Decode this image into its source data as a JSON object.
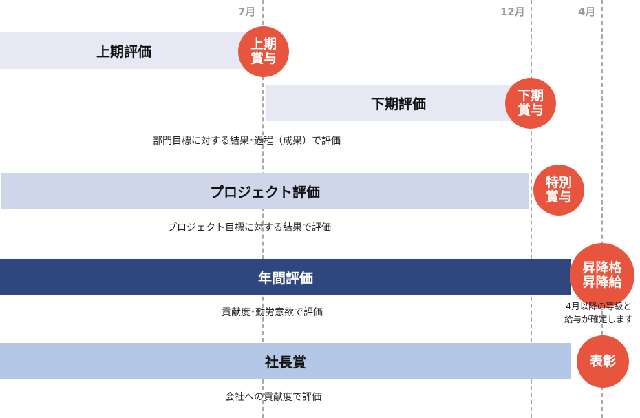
{
  "months": [
    "7月",
    "12月",
    "4月"
  ],
  "bars": [
    {
      "label": "上期評価"
    },
    {
      "label": "下期評価"
    },
    {
      "label": "プロジェクト評価"
    },
    {
      "label": "年間評価"
    },
    {
      "label": "社長賞"
    }
  ],
  "badges": [
    {
      "label": "上期\n賞与"
    },
    {
      "label": "下期\n賞与"
    },
    {
      "label": "特別\n賞与"
    },
    {
      "label": "昇降格\n昇降給"
    },
    {
      "label": "表彰"
    }
  ],
  "notes": [
    "部門目標に対する結果･過程（成果）で評価",
    "プロジェクト目標に対する結果で評価",
    "貢献度･勤労意欲で評価",
    "会社への貢献度で評価"
  ],
  "badge_note": "4月以降の等級と\n給与が確定します",
  "colors": {
    "badge": "#e8553f",
    "bar_light": "#e6e9f4",
    "bar_mid": "#d0d6ea",
    "bar_dark": "#2e477e",
    "bar_blue": "#b5c7e6"
  }
}
